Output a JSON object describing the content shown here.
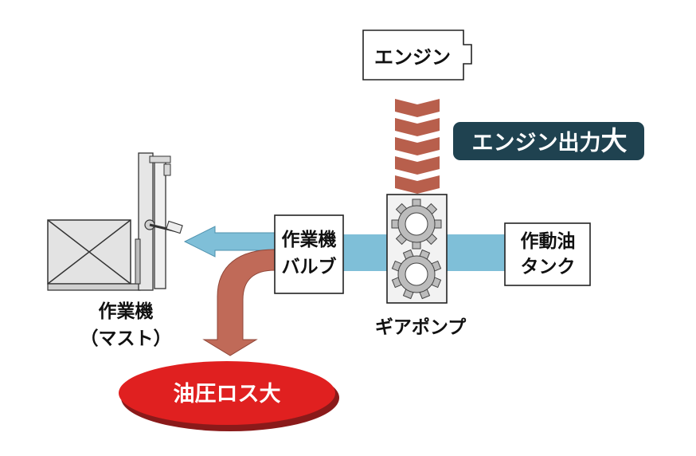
{
  "engine": {
    "label": "エンジン"
  },
  "engine_output": {
    "text": "エンジン出力",
    "emphasis": "大"
  },
  "work_valve": {
    "line1": "作業機",
    "line2": "バルブ"
  },
  "tank": {
    "line1": "作動油",
    "line2": "タンク"
  },
  "gear_pump": {
    "label": "ギアポンプ"
  },
  "work_machine": {
    "line1": "作業機",
    "line2": "（マスト）"
  },
  "pressure_loss": {
    "text": "油圧ロス大"
  },
  "colors": {
    "hydraulic_flow": "#7fbfd8",
    "engine_power": "#b85f4c",
    "loss_arrow": "#c06a58",
    "loss_ellipse": "#e02020",
    "output_badge": "#1f4250",
    "gear": "#bcbcbc"
  }
}
